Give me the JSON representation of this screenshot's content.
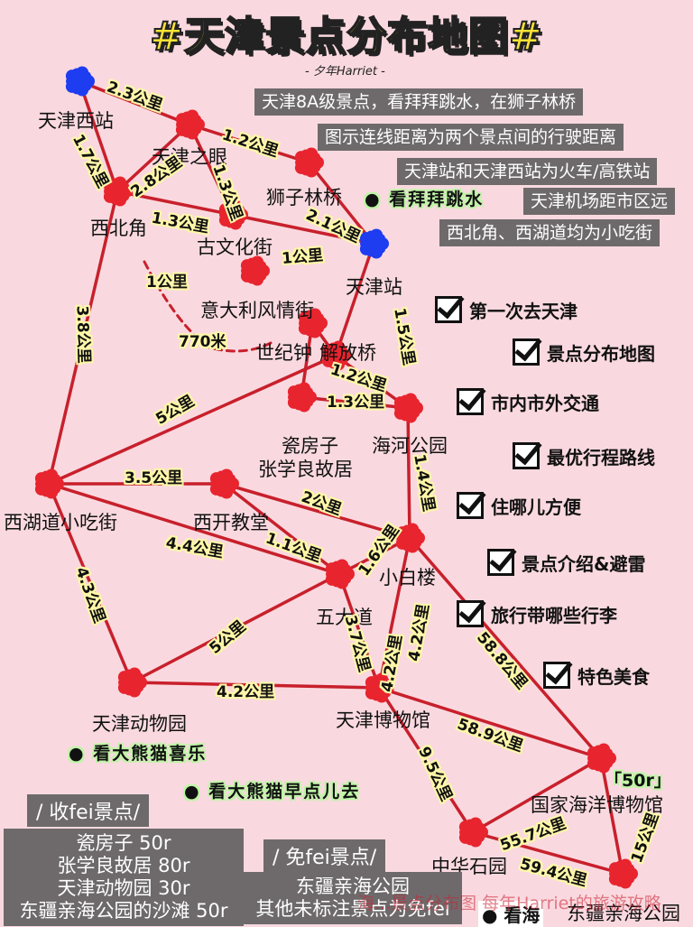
{
  "title": "#天津景点分布地图#",
  "author": "- 夕年Harriet -",
  "notes": [
    "天津8A级景点，看拜拜跳水，在狮子林桥",
    "图示连线距离为两个景点间的行驶距离",
    "天津站和天津西站为火车/高铁站",
    "天津机场距市区远",
    "西北角、西湖道均为小吃街"
  ],
  "checklist": [
    "第一次去天津",
    "景点分布地图",
    "市内市外交通",
    "最优行程路线",
    "住哪儿方便",
    "景点介绍&避雷",
    "旅行带哪些行李",
    "特色美食"
  ],
  "places": {
    "tianjin_west": "天津西站",
    "tianjin_eye": "天津之眼",
    "shizilin": "狮子林桥",
    "xibeijiao": "西北角",
    "guwenhua": "古文化街",
    "tianjin_station": "天津站",
    "italian": "意大利风情街",
    "century_clock": "世纪钟",
    "jiefang_bridge": "解放桥",
    "porcelain": "瓷房子",
    "zhang": "张学良故居",
    "haihe_park": "海河公园",
    "xihudao": "西湖道小吃街",
    "xikai": "西开教堂",
    "xiaobailou": "小白楼",
    "wudadao": "五大道",
    "zoo": "天津动物园",
    "museum": "天津博物馆",
    "ocean_museum": "国家海洋博物馆",
    "zhonghua": "中华石园",
    "dongjiang": "东疆亲海公园"
  },
  "tags": {
    "jump": "看拜拜跳水",
    "panda_happy": "看大熊猫喜乐",
    "panda_early": "看大熊猫早点儿去",
    "ocean_50r": "「50r」",
    "see_sea": "看海"
  },
  "distances": {
    "d1": "2.3公里",
    "d2": "1.2公里",
    "d3": "1.7公里",
    "d4": "2.8公里",
    "d5": "1.3公里",
    "d6": "1.3公里",
    "d7": "2.1公里",
    "d8": "1公里",
    "d9": "1公里",
    "d10": "770米",
    "d11": "1.5公里",
    "d12": "3.8公里",
    "d13": "1.2公里",
    "d14": "5公里",
    "d15": "1.3公里",
    "d16": "3.5公里",
    "d17": "1.4公里",
    "d18": "2公里",
    "d19": "4.4公里",
    "d20": "1.1公里",
    "d21": "1.6公里",
    "d22": "4.3公里",
    "d23": "5公里",
    "d24": "4.2公里",
    "d25": "3.7公里",
    "d26": "4.2公里",
    "d27": "58.8公里",
    "d28": "4.2公里",
    "d29": "58.9公里",
    "d30": "9.5公里",
    "d31": "55.7公里",
    "d32": "15公里",
    "d33": "59.4公里"
  },
  "fee_section": {
    "title": "/ 收fei景点/",
    "items": [
      "瓷房子 50r",
      "张学良故居 80r",
      "天津动物园 30r",
      "东疆亲海公园的沙滩 50r"
    ]
  },
  "free_section": {
    "title": "/ 免fei景点/",
    "items": [
      "东疆亲海公园",
      "其他未标注景点为免fei"
    ]
  },
  "watermark": "海...景点分布图 每年Harriet的旅游攻略",
  "colors": {
    "background": "#f9d9df",
    "line": "#c8202c",
    "node": "#e8242e",
    "station": "#1e3cf0",
    "note_bg": "#6e6a6b",
    "title": "#fbe235"
  }
}
